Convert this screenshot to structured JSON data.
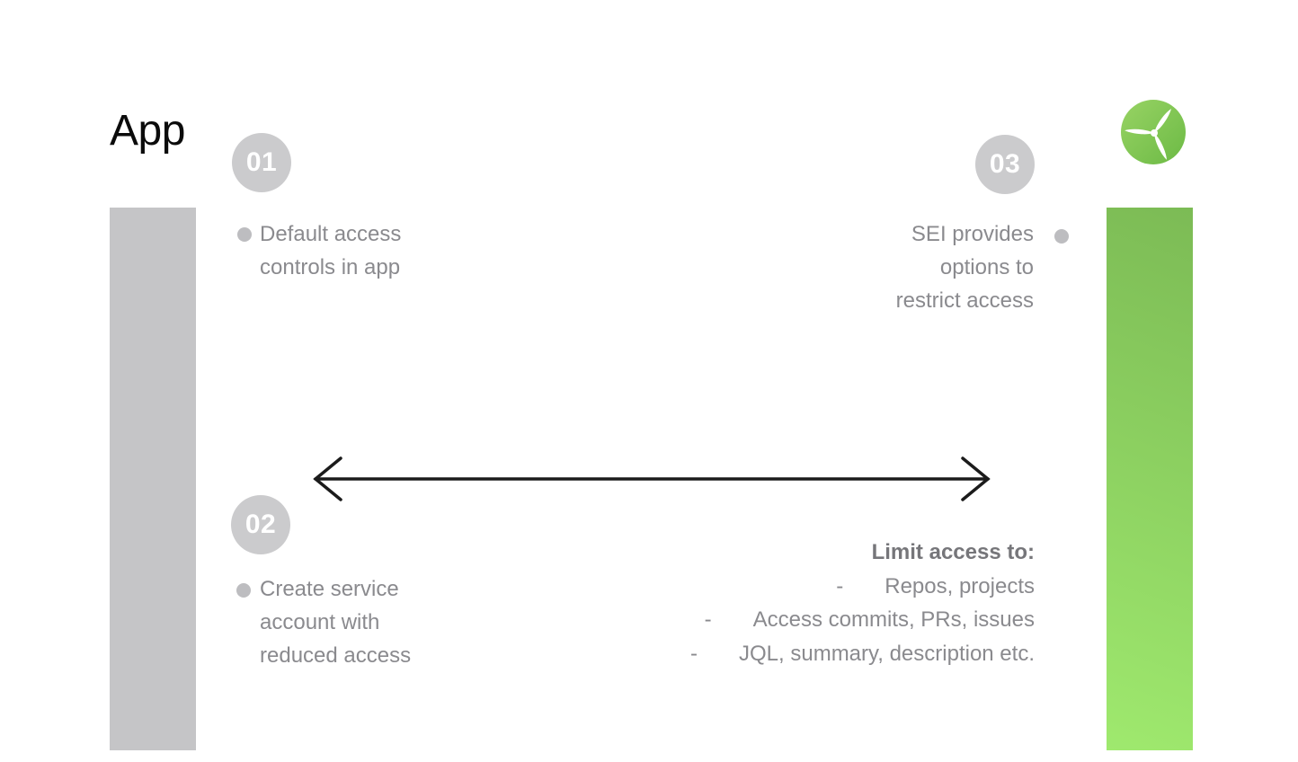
{
  "title": "App",
  "colors": {
    "title-black": "#0B0B0B",
    "bar-gray": "#C5C5C7",
    "badge-gray": "#CBCBCD",
    "bullet-gray": "#BDBDC0",
    "text-gray": "#8A8A8E",
    "text-gray-bold": "#76767A",
    "arrow-black": "#1B1B1B",
    "accent-green-dark": "#7CBB55",
    "accent-green-light": "#9FE96E",
    "logo-green-light": "#98D364",
    "logo-green-dark": "#6CBA45"
  },
  "icons": {
    "logo": "propeller-logo-icon",
    "bullet": "dot-icon",
    "arrow": "double-headed-arrow-icon"
  },
  "steps": [
    {
      "number": "01",
      "lines": [
        "Default access",
        "controls in app"
      ]
    },
    {
      "number": "02",
      "lines": [
        "Create service",
        "account with",
        "reduced access"
      ]
    },
    {
      "number": "03",
      "lines": [
        "SEI provides",
        "options to",
        "restrict access"
      ]
    }
  ],
  "limit": {
    "title": "Limit access to:",
    "dash": "-",
    "items": [
      "Repos, projects",
      "Access commits, PRs, issues",
      "JQL, summary, description etc."
    ]
  }
}
